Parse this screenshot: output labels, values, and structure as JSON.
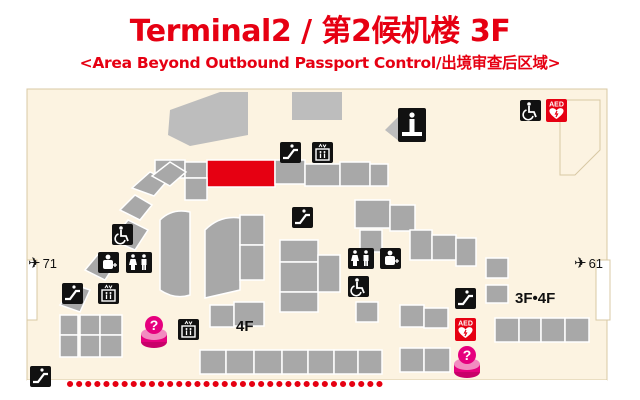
{
  "header": {
    "title": "Terminal2 / 第2候机楼 3F",
    "subtitle": "<Area Beyond Outbound Passport Control/出境审查后区域>"
  },
  "map": {
    "gates": {
      "left": "71",
      "right": "61"
    },
    "floor_labels": {
      "center": "4F",
      "right": "3F•4F"
    },
    "icons": {
      "elevator": "elevator-icon",
      "escalator": "escalator-icon",
      "restroom": "restroom-icon",
      "accessible": "wheelchair-icon",
      "baby": "baby-care-icon",
      "info": "information-icon",
      "aed": "aed-icon",
      "help": "question-desk-icon"
    },
    "aed_label": "AED",
    "colors": {
      "accent": "#e60012",
      "floor": "#fcf3e1",
      "building": "#a8a8a8",
      "highlight": "#e60012",
      "help": "#e6007e"
    }
  }
}
